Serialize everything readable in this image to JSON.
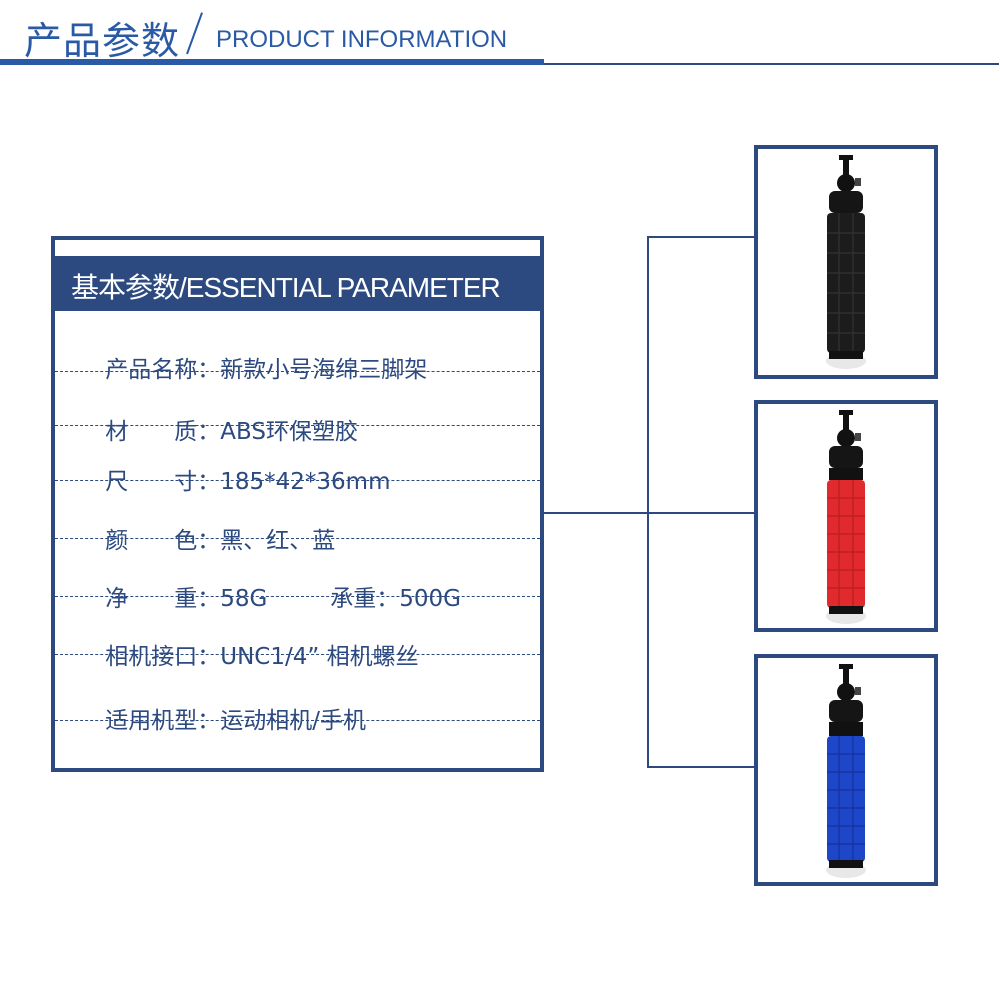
{
  "header": {
    "title_cn": "产品参数",
    "title_en": "PRODUCT INFORMATION"
  },
  "parameters": {
    "title": "基本参数/ESSENTIAL PARAMETER",
    "rows": [
      {
        "label": "产品名称：",
        "value": "新款小号海绵三脚架"
      },
      {
        "label": "材　　质：",
        "value": "ABS环保塑胶"
      },
      {
        "label": "尺　　寸：",
        "value": "185*42*36mm"
      },
      {
        "label": "颜　　色：",
        "value": "黑、红、蓝"
      },
      {
        "label": "净　　重：",
        "value": "58G",
        "extra_label": "承重：",
        "extra_value": "500G"
      },
      {
        "label": "相机接口：",
        "value": "UNC1/4” 相机螺丝"
      },
      {
        "label": "适用机型：",
        "value": "运动相机/手机"
      }
    ]
  },
  "products": [
    {
      "name": "tripod-black",
      "foam_color": "#1c1c1c"
    },
    {
      "name": "tripod-red",
      "foam_color": "#e02a2e"
    },
    {
      "name": "tripod-blue",
      "foam_color": "#1e46c8"
    }
  ],
  "colors": {
    "accent": "#2a5aa6",
    "frame": "#2c4a80"
  }
}
